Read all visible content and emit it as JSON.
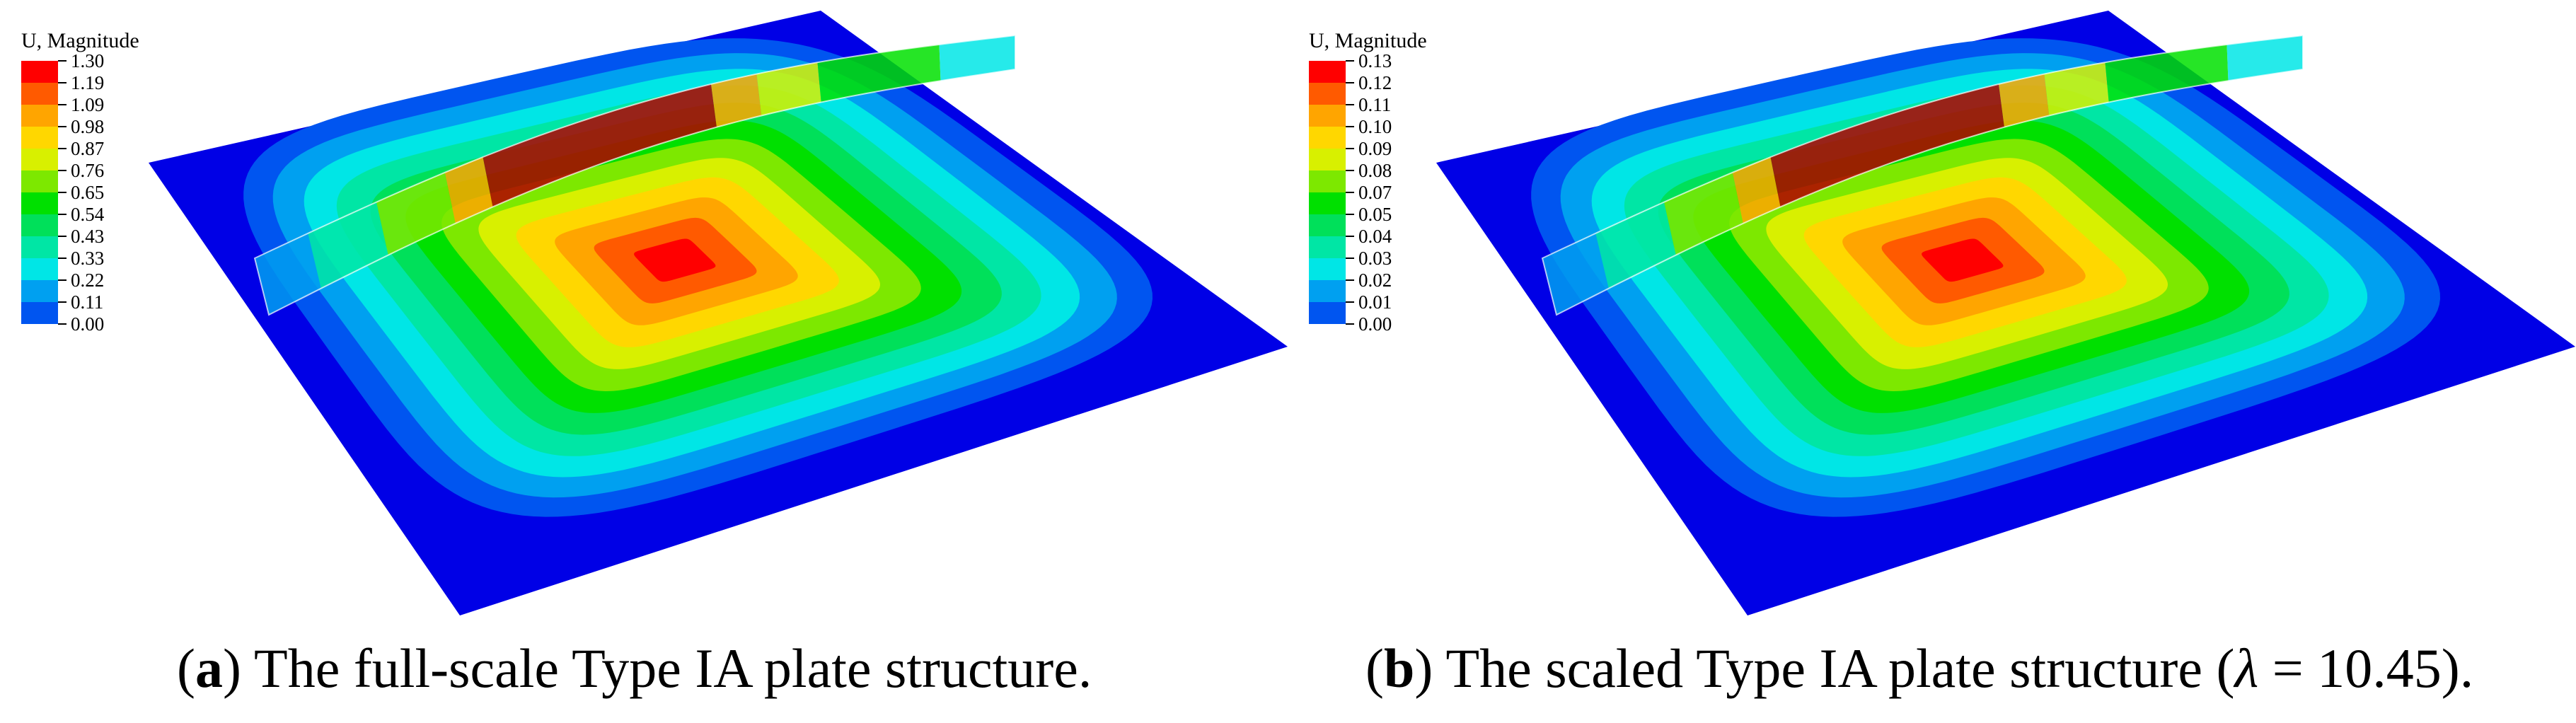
{
  "panels": [
    {
      "legend_title": "U, Magnitude",
      "ticks": [
        "1.30",
        "1.19",
        "1.09",
        "0.98",
        "0.87",
        "0.76",
        "0.65",
        "0.54",
        "0.43",
        "0.33",
        "0.22",
        "0.11",
        "0.00"
      ],
      "caption": {
        "open": "(",
        "letter": "a",
        "close": ")",
        "text": " The full-scale Type IA plate structure."
      }
    },
    {
      "legend_title": "U, Magnitude",
      "ticks": [
        "0.13",
        "0.12",
        "0.11",
        "0.10",
        "0.09",
        "0.08",
        "0.07",
        "0.05",
        "0.04",
        "0.03",
        "0.02",
        "0.01",
        "0.00"
      ],
      "caption": {
        "open": "(",
        "letter": "b",
        "close": ")",
        "text": " The scaled Type IA plate structure (",
        "symbol": "λ",
        "tail": " = 10.45)."
      }
    }
  ],
  "colormap": [
    "#ff0000",
    "#ff5a00",
    "#ffa500",
    "#ffd700",
    "#d8f000",
    "#7de800",
    "#00e000",
    "#00e05a",
    "#00e6a5",
    "#00e6e6",
    "#00a0f0",
    "#0055f0",
    "#0000e6"
  ]
}
